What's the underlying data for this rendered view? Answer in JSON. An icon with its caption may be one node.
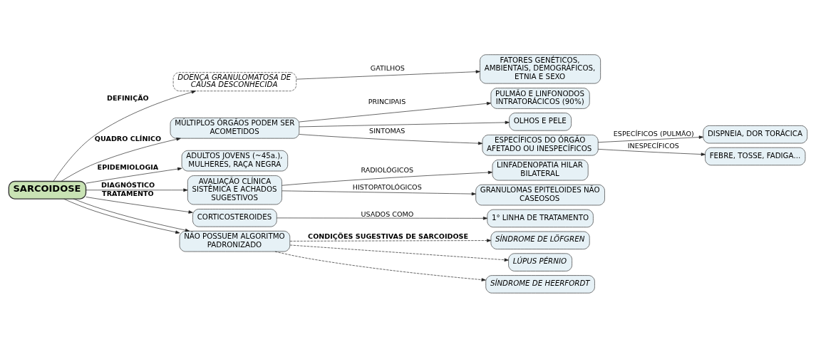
{
  "diagram": {
    "nodes": [
      {
        "text": [
          "SARCOIDOSE"
        ]
      },
      {
        "text": [
          "DOENÇA GRANULOMATOSA DE CAUSA DESCONHECIDA"
        ]
      },
      {
        "text": [
          "FATORES GENÉTICOS, AMBIENTAIS, DEMOGRÁFICOS, ETNIA E SEXO"
        ]
      },
      {
        "text": [
          "MÚLTIPLOS ÓRGÃOS PODEM SER ACOMETIDOS"
        ]
      },
      {
        "text": [
          "PULMÃO E LINFONODOS INTRATORÁCICOS (90%)"
        ]
      },
      {
        "text": [
          "OLHOS E PELE"
        ]
      },
      {
        "text": [
          "ESPECÍFICOS DO ÓRGÃO AFETADO OU INESPECÍFICOS"
        ]
      },
      {
        "text": [
          "DISPNEIA, DOR TORÁCICA"
        ]
      },
      {
        "text": [
          "FEBRE, TOSSE, FADIGA..."
        ]
      },
      {
        "text": [
          "ADULTOS JOVENS (~45a.), MULHERES, RAÇA NEGRA"
        ]
      },
      {
        "text": [
          "AVALIAÇÃO CLÍNICA SISTÊMICA E ACHADOS SUGESTIVOS"
        ]
      },
      {
        "text": [
          "LINFADENOPATIA HILAR BILATERAL"
        ]
      },
      {
        "text": [
          "GRANULOMAS EPITELOIDES NÃO CASEOSOS"
        ]
      },
      {
        "text": [
          "CORTICOSTEROIDES"
        ]
      },
      {
        "text": [
          "1° LINHA DE TRATAMENTO"
        ]
      },
      {
        "text": [
          "NÃO POSSUEM ALGORITMO PADRONIZADO"
        ]
      },
      {
        "text": [
          "SÍNDROME DE LÖFGREN"
        ]
      },
      {
        "text": [
          "LÚPUS PÉRNIO"
        ]
      },
      {
        "text": [
          "SÍNDROME DE HEERFORDT"
        ]
      }
    ],
    "edges": [
      {
        "from": 0,
        "to": 1,
        "arrow": "to",
        "label": "DEFINIÇÃO"
      },
      {
        "from": 1,
        "to": 2,
        "arrow": "to",
        "label": "GATILHOS"
      },
      {
        "from": 0,
        "to": 3,
        "arrow": "to",
        "label": "QUADRO CLÍNICO"
      },
      {
        "from": 3,
        "to": 4,
        "arrow": "to",
        "label": "PRINCIPAIS"
      },
      {
        "from": 3,
        "to": 5,
        "arrow": "to"
      },
      {
        "from": 3,
        "to": 6,
        "arrow": "to",
        "label": "SINTOMAS"
      },
      {
        "from": 6,
        "to": 7,
        "arrow": "to",
        "label": "ESPECÍFICOS (PULMÃO)"
      },
      {
        "from": 6,
        "to": 8,
        "arrow": "to",
        "label": "INESPECÍFICOS"
      },
      {
        "from": 0,
        "to": 9,
        "arrow": "to",
        "label": "EPIDEMIOLOGIA"
      },
      {
        "from": 0,
        "to": 13,
        "arrow": "to",
        "label": "TRATAMENTO"
      },
      {
        "from": 0,
        "to": 15,
        "arrow": "to"
      },
      {
        "from": 0,
        "to": 10,
        "arrow": "to",
        "label": "DIAGNÓSTICO"
      },
      {
        "from": 0,
        "to": 15,
        "arrow": "to"
      },
      {
        "from": 13,
        "to": 14,
        "arrow": "to",
        "label": "USADOS COMO"
      },
      {
        "from": 10,
        "to": 11,
        "arrow": "to",
        "label": "RADIOLÓGICOS"
      },
      {
        "from": 10,
        "to": 12,
        "arrow": "to",
        "label": "HISTOPATOLÓGICOS"
      },
      {
        "from": 15,
        "to": 16,
        "arrow": "to",
        "style": "dashed",
        "label": "CONDIÇÕES SUGESTIVAS DE SARCOIDOSE"
      },
      {
        "from": 15,
        "to": 17,
        "arrow": "to",
        "style": "dashed"
      },
      {
        "from": 15,
        "to": 18,
        "arrow": "to",
        "style": "dashed"
      }
    ]
  }
}
